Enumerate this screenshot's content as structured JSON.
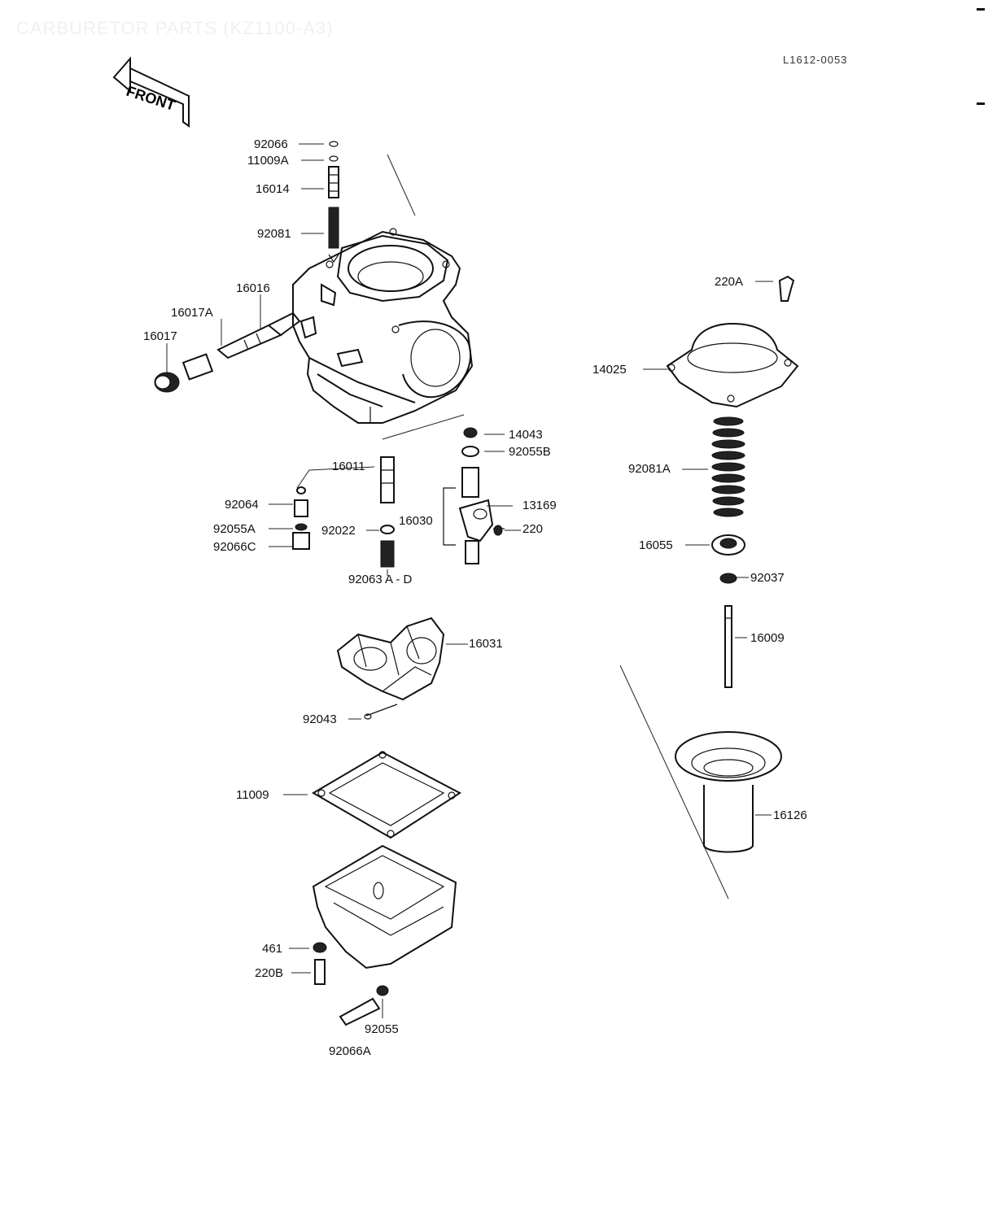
{
  "page": {
    "title": "CARBURETOR PARTS (KZ1100-A3)",
    "reference": "L1612-0053",
    "front_label": "FRONT"
  },
  "parts": {
    "p92066": "92066",
    "p11009A": "11009A",
    "p16014": "16014",
    "p92081": "92081",
    "p16016": "16016",
    "p16017A": "16017A",
    "p16017": "16017",
    "p220A": "220A",
    "p14025": "14025",
    "p14043": "14043",
    "p92055B": "92055B",
    "p92081A": "92081A",
    "p16011": "16011",
    "p92064": "92064",
    "p92055A": "92055A",
    "p92066C": "92066C",
    "p92022": "92022",
    "p16030": "16030",
    "p13169": "13169",
    "p220": "220",
    "p92063": "92063 A - D",
    "p16055": "16055",
    "p92037": "92037",
    "p16009": "16009",
    "p16031": "16031",
    "p92043": "92043",
    "p11009": "11009",
    "p16126": "16126",
    "p461": "461",
    "p220B": "220B",
    "p92055": "92055",
    "p92066A": "92066A"
  },
  "icons": {
    "front_arrow": "front-arrow-icon"
  }
}
